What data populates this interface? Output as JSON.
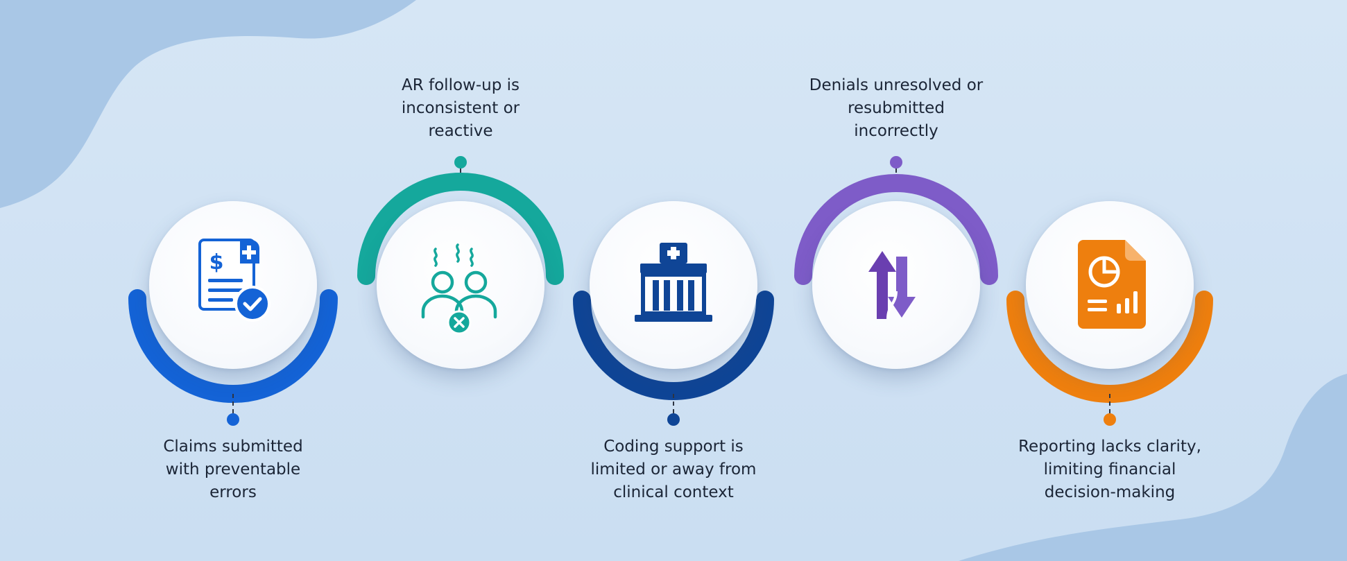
{
  "steps": [
    {
      "label": "Claims submitted\nwith preventable\nerrors",
      "color": "#1463d6",
      "icon": "claim-document-check-icon",
      "arc": "bottom",
      "text_position": "bottom"
    },
    {
      "label": "AR follow-up is\ninconsistent or\nreactive",
      "color": "#15a89c",
      "icon": "frustrated-people-icon",
      "arc": "top",
      "text_position": "top"
    },
    {
      "label": "Coding support is\nlimited or away from\nclinical context",
      "color": "#0f4596",
      "icon": "hospital-building-icon",
      "arc": "bottom",
      "text_position": "bottom"
    },
    {
      "label": "Denials unresolved or\nresubmitted\nincorrectly",
      "color": "#7e5cc8",
      "icon": "resubmit-arrows-icon",
      "arc": "top",
      "text_position": "top"
    },
    {
      "label": "Reporting lacks clarity,\nlimiting financial\ndecision-making",
      "color": "#ee7f0e",
      "icon": "report-chart-icon",
      "arc": "bottom",
      "text_position": "bottom"
    }
  ]
}
